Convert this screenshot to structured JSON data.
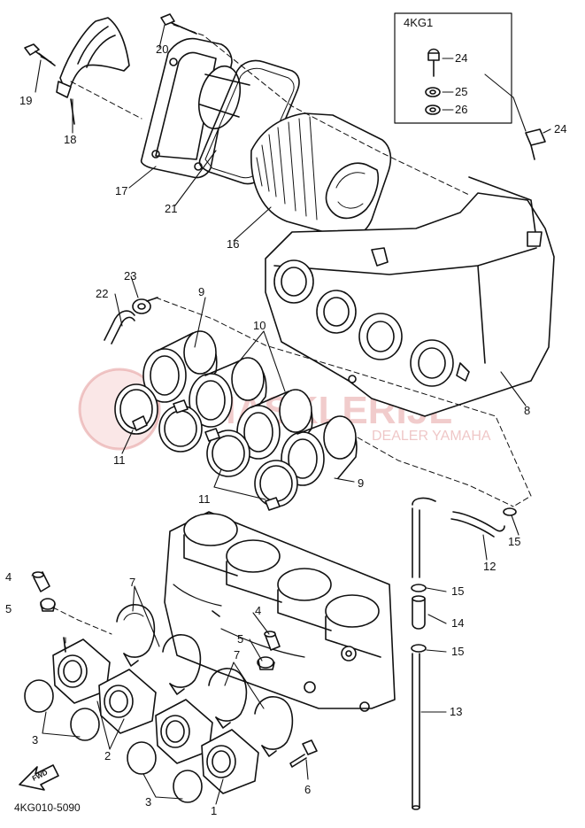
{
  "diagram": {
    "code": "4KG010-5090",
    "kit_label": "4KG1",
    "fwd_label": "FWD",
    "watermark": {
      "brand": "MASKLERIJL",
      "tagline": "DEALER YAMAHA"
    },
    "callouts": {
      "c1": "1",
      "c2": "2",
      "c3a": "3",
      "c3b": "3",
      "c4a": "4",
      "c4b": "4",
      "c5a": "5",
      "c5b": "5",
      "c6": "6",
      "c7a": "7",
      "c7b": "7",
      "c8": "8",
      "c9a": "9",
      "c9b": "9",
      "c10": "10",
      "c11a": "11",
      "c11b": "11",
      "c12": "12",
      "c13": "13",
      "c14": "14",
      "c15a": "15",
      "c15b": "15",
      "c15c": "15",
      "c16": "16",
      "c17": "17",
      "c18": "18",
      "c19": "19",
      "c20": "20",
      "c21": "21",
      "c22": "22",
      "c23": "23",
      "c24a": "24",
      "c24b": "24",
      "c25": "25",
      "c26": "26"
    }
  }
}
